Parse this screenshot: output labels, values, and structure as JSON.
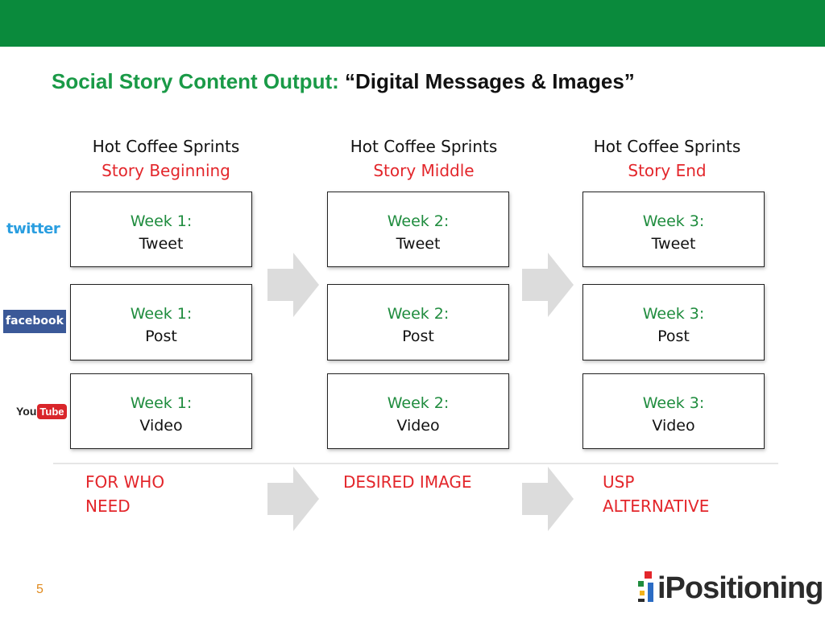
{
  "slide": {
    "title_part1": "Social Story Content Output:",
    "title_part2": "“Digital Messages & Images”",
    "page_number": "5",
    "colors": {
      "header_bar": "#0a8a3c",
      "title_green": "#1a9a47",
      "accent_red": "#e3262b",
      "week_green": "#1f8c3e"
    }
  },
  "columns": [
    {
      "heading": "Hot Coffee Sprints",
      "phase": "Story Beginning"
    },
    {
      "heading": "Hot Coffee Sprints",
      "phase": "Story Middle"
    },
    {
      "heading": "Hot Coffee Sprints",
      "phase": "Story End"
    }
  ],
  "rows": [
    {
      "logo": "twitter-logo",
      "logo_text": "twitter"
    },
    {
      "logo": "facebook-logo",
      "logo_text": "facebook"
    },
    {
      "logo": "youtube-logo",
      "logo_text_you": "You",
      "logo_text_tube": "Tube"
    }
  ],
  "cells": [
    [
      {
        "week": "Week 1:",
        "kind": "Tweet"
      },
      {
        "week": "Week 2:",
        "kind": "Tweet"
      },
      {
        "week": "Week 3:",
        "kind": "Tweet"
      }
    ],
    [
      {
        "week": "Week 1:",
        "kind": "Post"
      },
      {
        "week": "Week 2:",
        "kind": "Post"
      },
      {
        "week": "Week 3:",
        "kind": "Post"
      }
    ],
    [
      {
        "week": "Week 1:",
        "kind": "Video"
      },
      {
        "week": "Week 2:",
        "kind": "Video"
      },
      {
        "week": "Week 3:",
        "kind": "Video"
      }
    ]
  ],
  "bottom_labels": [
    {
      "line1": "FOR WHO",
      "line2": "NEED"
    },
    {
      "line1": "DESIRED IMAGE",
      "line2": ""
    },
    {
      "line1": "USP",
      "line2": "ALTERNATIVE"
    }
  ],
  "brand": {
    "name": "iPositioning",
    "icon": "ipositioning-logo-icon"
  }
}
